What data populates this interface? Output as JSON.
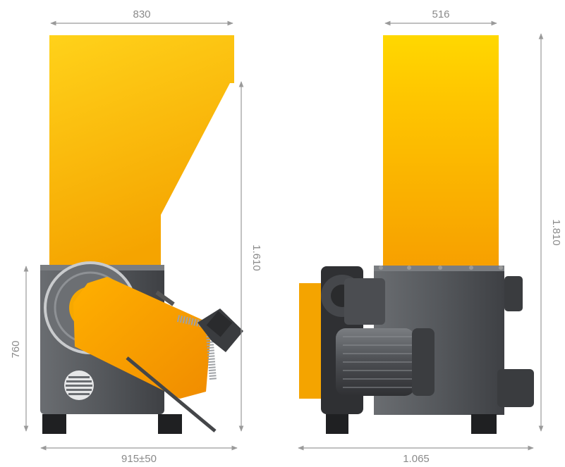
{
  "dimensions": {
    "side_view": {
      "top_width": "830",
      "total_width": "915±50",
      "lower_height": "760",
      "upper_height": "1.610"
    },
    "front_view": {
      "hopper_width": "516",
      "total_width": "1.065",
      "total_height": "1.810"
    }
  },
  "colors": {
    "hopper": "#f9b800",
    "body": "#5e6165",
    "dark": "#2a2b2d",
    "dimension_line": "#9a9a9a"
  }
}
